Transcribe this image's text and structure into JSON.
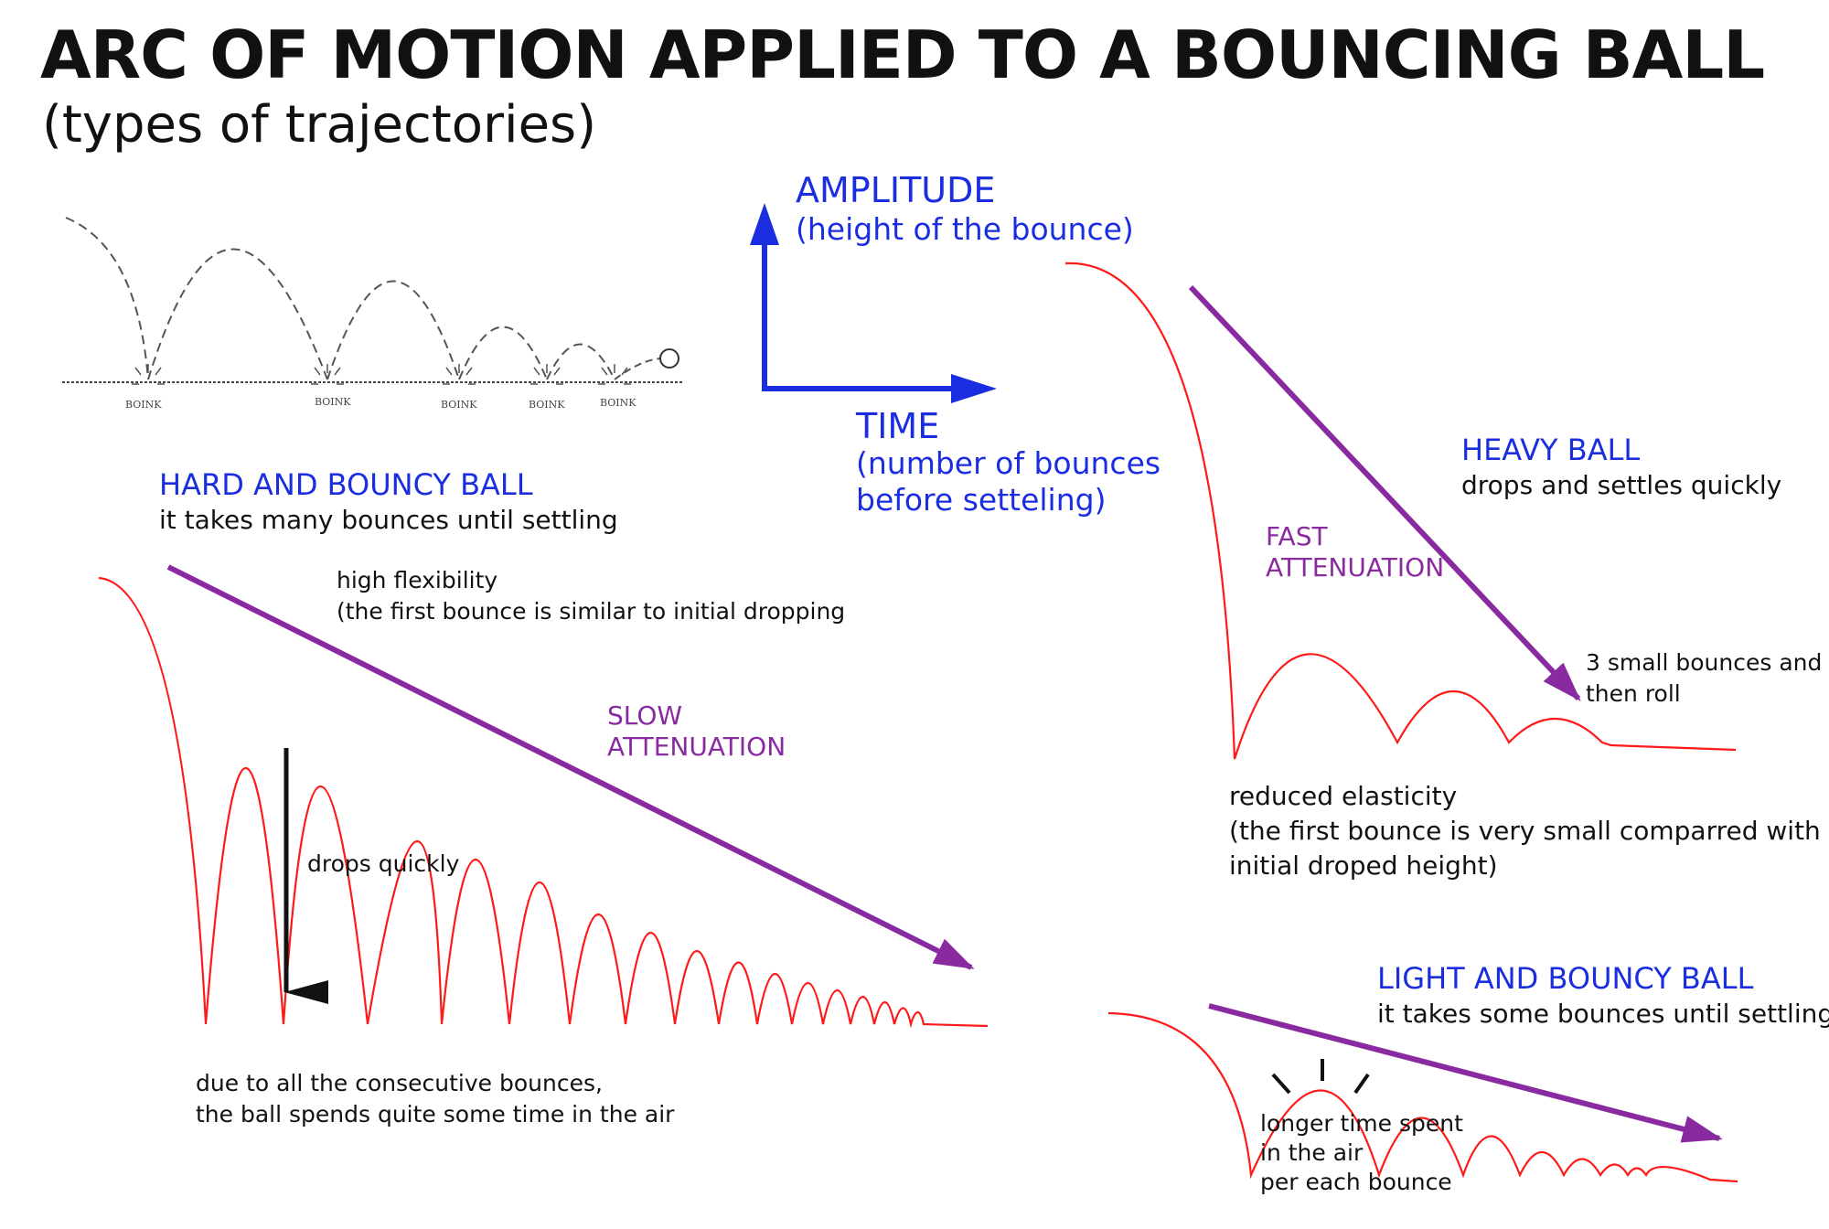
{
  "title": "ARC OF MOTION APPLIED TO A BOUNCING BALL",
  "subtitle": "(types of trajectories)",
  "axes": {
    "amplitude": "AMPLITUDE",
    "amplitude_note": "(height of the bounce)",
    "time": "TIME",
    "time_note_1": "(number of bounces",
    "time_note_2": "before setteling)"
  },
  "sketch": {
    "impact_labels": [
      "BOINK",
      "BOINK",
      "BOINK",
      "BOINK",
      "BOINK"
    ]
  },
  "hard_ball": {
    "heading": "HARD AND BOUNCY BALL",
    "desc": "it takes many bounces until settling",
    "flex_1": "high flexibility",
    "flex_2": "(the first bounce is similar to initial dropping",
    "attenuation_1": "SLOW",
    "attenuation_2": "ATTENUATION",
    "drops": "drops quickly",
    "air_1": "due to all the consecutive bounces,",
    "air_2": "the ball spends quite some time in the air"
  },
  "heavy_ball": {
    "heading": "HEAVY BALL",
    "desc": "drops and settles quickly",
    "attenuation_1": "FAST",
    "attenuation_2": "ATTENUATION",
    "bounces_1": "3 small bounces and",
    "bounces_2": "then roll",
    "elastic_1": "reduced elasticity",
    "elastic_2": "(the first bounce is very small comparred with the",
    "elastic_3": "initial droped height)"
  },
  "light_ball": {
    "heading": "LIGHT AND BOUNCY BALL",
    "desc": "it takes some bounces until settling",
    "air_1": "longer time spent",
    "air_2": "in the air",
    "air_3": "per each bounce"
  },
  "colors": {
    "curve": "#ff1a1a",
    "arrow": "#8a2aa0",
    "axis": "#1a2ee0",
    "ink": "#111111"
  }
}
